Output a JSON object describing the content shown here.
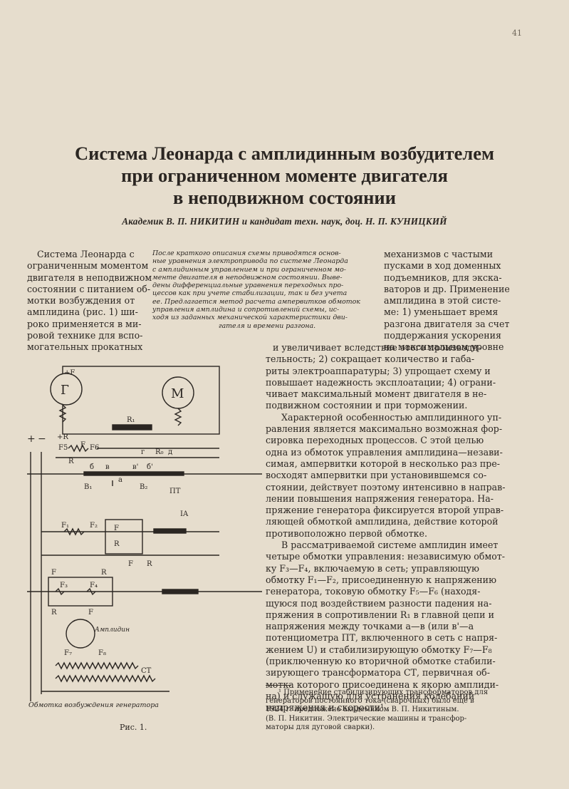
{
  "page_number": "41",
  "title_lines": [
    "Система Леонарда с амплидинным возбудителем",
    "при ограниченном моменте двигателя",
    "в неподвижном состоянии"
  ],
  "authors": "Академик В. П. НИКИТИН и кандидат техн. наук, доц. Н. П. КУНИЦКИЙ",
  "col1_lines": [
    "Система Леонарда с",
    "ограниченным моментом",
    "двигателя в неподвижном",
    "состоянии с питанием об-",
    "мотки возбуждения от",
    "амплидина (рис. 1) ши-",
    "роко применяется в ми-",
    "ровой технике для вспо-",
    "могательных прокатных"
  ],
  "abstract_lines": [
    "После краткого описания схемы приводятся основ-",
    "ные уравнения электропривода по системе Леонарда",
    "с амплидинным управлением и при ограниченном мо-",
    "менте двигателя в неподвижном состоянии. Выве-",
    "дены дифференциальные уравнения переходных про-",
    "цессов как при учете стабилизации, так и без учета",
    "ее. Предлагается метод расчета ампервитков обмоток",
    "управления амплидина и сопротивлений схемы, ис-",
    "ходя из заданных механической характеристики дви-",
    "гателя и времени разгона."
  ],
  "col3_lines": [
    "механизмов с частыми",
    "пусками в ход доменных",
    "подъемников, для экска-",
    "ваторов и др. Применение",
    "амплидина в этой систе-",
    "ме: 1) уменьшает время",
    "разгона двигателя за счет",
    "поддержания ускорения",
    "на максимальном уровне"
  ],
  "body_lines": [
    "и увеличивает вследствие этого производи-",
    "тельность; 2) сокращает количество и габа-",
    "риты электроаппаратуры; 3) упрощает схему и",
    "повышает надежность эксплоатации; 4) ограни-",
    "чивает максимальный момент двигателя в не-",
    "подвижном состоянии и при торможении.",
    "Характерной особенностью амплидинного уп-",
    "равления является максимально возможная фор-",
    "сировка переходных процессов. С этой целью",
    "одна из обмоток управления амплидина—незави-",
    "симая, ампервитки которой в несколько раз пре-",
    "восходят ампервитки при установившемся со-",
    "стоянии, действует поэтому интенсивно в направ-",
    "лении повышения напряжения генератора. На-",
    "пряжение генератора фиксируется второй управ-",
    "ляющей обмоткой амплидина, действие которой",
    "противоположно первой обмотке.",
    "В рассматриваемой системе амплидин имеет",
    "четыре обмотки управления: независимую обмот-",
    "ку F₃—F₄, включаемую в сеть; управляющую",
    "обмотку F₁—F₂, присоединенную к напряжению",
    "генератора, токовую обмотку F₅—F₆ (находя-",
    "щуюся под воздействием разности падения на-",
    "пряжения в сопротивлении R₁ в главной цепи и",
    "напряжения между точками а—в (или в'—а",
    "потенциометра ПТ, включенного в сеть с напря-",
    "жением U) и стабилизирующую обмотку F₇—F₈",
    "(приключенную ко вторичной обмотке стабили-",
    "зирующего трансформатора СТ, первичная об-",
    "мотка которого присоединена к якорю амплиди-",
    "на) и служащую для устранения колебаний",
    "напряжения и скорости¹ ."
  ],
  "footnote_lines": [
    "¹ Применение стабилизирующих трансформаторов для",
    "генераторов постоянного тока (сварочных) было еще в",
    "1924 г. предложено академиком В. П. Никитиным.",
    "(В. П. Никитин. Электрические машины и трансфор-",
    "маторы для дуговой сварки)."
  ],
  "figure": {
    "labels": {
      "plus_f": "+F",
      "gen": "Г",
      "motor": "М",
      "r1": "R₁",
      "plus_r": "+R",
      "f": "F",
      "f5": "F5",
      "f6": "F6",
      "r": "R",
      "g": "г",
      "r0": "R₀",
      "d": "д",
      "b": "б",
      "v": "в",
      "a": "а",
      "v_prime": "в'",
      "b_prime": "б'",
      "b1": "B₁",
      "b2": "B₂",
      "pt": "ПТ",
      "f1": "F₁",
      "f2": "F₂",
      "ia": "IA",
      "f3": "F₃",
      "f4": "F₄",
      "amplidyne": "Амплидин",
      "f7": "F₇",
      "f8": "F₈",
      "st": "СТ",
      "plus": "+",
      "minus": "−"
    },
    "caption": "Обмотка возбуждения генератора",
    "number": "Рис. 1."
  }
}
